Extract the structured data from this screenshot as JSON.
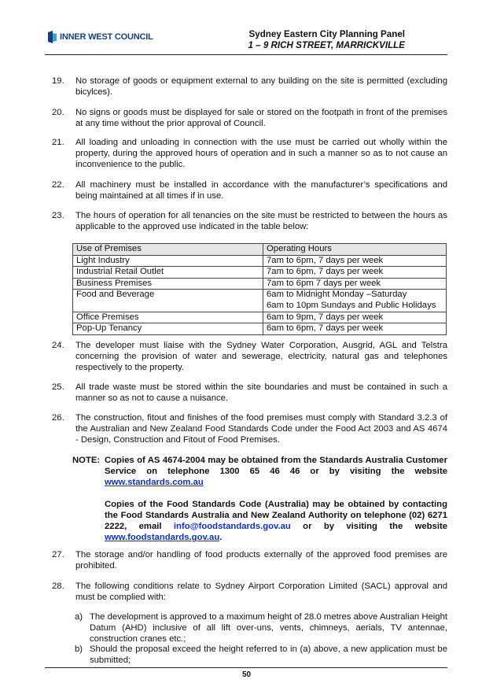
{
  "header": {
    "logo_text": "INNER WEST COUNCIL",
    "panel_line1": "Sydney Eastern City Planning Panel",
    "panel_line2": "1 – 9 RICH STREET, MARRICKVILLE"
  },
  "conditions": [
    {
      "num": "19.",
      "text": "No storage of goods or equipment external to any building on the site is permitted (excluding bicylces)."
    },
    {
      "num": "20.",
      "text": "No signs or goods must be displayed for sale or stored on the footpath in front of the premises at any time without the prior approval of Council."
    },
    {
      "num": "21.",
      "text": "All loading and unloading in connection with the use must be carried out wholly within the property, during the approved hours of operation and in such a manner so as to not cause an inconvenience to the public."
    },
    {
      "num": "22.",
      "text": "All machinery must be installed in accordance with the manufacturer’s specifications and being maintained at all times if in use."
    },
    {
      "num": "23.",
      "text": "The hours of operation for all tenancies on the site must be restricted to between the hours as applicable to the approved use indicated in the table below:"
    },
    {
      "num": "24.",
      "text": "The developer must liaise with the Sydney Water Corporation, Ausgrid, AGL and Telstra concerning the provision of water and sewerage, electricity, natural gas and telephones respectively to the property."
    },
    {
      "num": "25.",
      "text": "All trade waste must be stored within the site boundaries and must be contained in such a manner so as not to cause a nuisance."
    },
    {
      "num": "26.",
      "text": "The construction, fitout and finishes of the food premises must comply with Standard 3.2.3 of the Australian and New Zealand Food Standards Code under the Food Act 2003 and AS 4674 - Design, Construction and Fitout of Food Premises."
    },
    {
      "num": "27.",
      "text": "The storage and/or handling of food products externally of the approved food premises are prohibited."
    },
    {
      "num": "28.",
      "text": "The following conditions relate to Sydney Airport Corporation Limited (SACL) approval and must be complied with:"
    }
  ],
  "hours_table": {
    "headers": [
      "Use of Premises",
      "Operating Hours"
    ],
    "rows": [
      {
        "use": "Light Industry",
        "hours1": "7am to 6pm, 7 days per week",
        "hours2": ""
      },
      {
        "use": "Industrial Retail Outlet",
        "hours1": "7am to 6pm, 7 days per week",
        "hours2": ""
      },
      {
        "use": "Business Premises",
        "hours1": "7am to 6pm 7 days per week",
        "hours2": ""
      },
      {
        "use": "Food and Beverage",
        "hours1": "6am to Midnight Monday –Saturday",
        "hours2": "6am to 10pm Sundays and Public Holidays"
      },
      {
        "use": "Office Premises",
        "hours1": "6am to 9pm, 7 days per week",
        "hours2": ""
      },
      {
        "use": "Pop-Up Tenancy",
        "hours1": "6am to 6pm, 7 days per week",
        "hours2": ""
      }
    ]
  },
  "note": {
    "label": "NOTE:",
    "p1_text": "Copies of AS 4674-2004 may be obtained from the Standards Australia Customer Service on telephone 1300 65 46 46 or by visiting the website",
    "p1_link": "www.standards.com.au",
    "p2_text": "Copies of the Food Standards Code (Australia) may be obtained by contacting the Food Standards Australia and New Zealand Authority on telephone (02) 6271 2222, email",
    "p2_email": "info@foodstandards.gov.au",
    "p2_mid": "or by visiting the website",
    "p2_link": "www.foodstandards.gov.au",
    "p2_end": "."
  },
  "subconditions": [
    {
      "num": "a)",
      "text": "The development is approved to a maximum height of 28.0 metres above Australian Height Datum (AHD) inclusive of all lift over-uns, vents, chimneys, aerials, TV antennae, construction cranes etc.;"
    },
    {
      "num": "b)",
      "text": "Should the proposal exceed the height referred to in (a) above, a new application must be submitted;"
    }
  ],
  "page_number": "50",
  "colors": {
    "logo_blue": "#1b3d7a",
    "logo_light": "#3aa0dc",
    "link_blue": "#1030c0"
  }
}
